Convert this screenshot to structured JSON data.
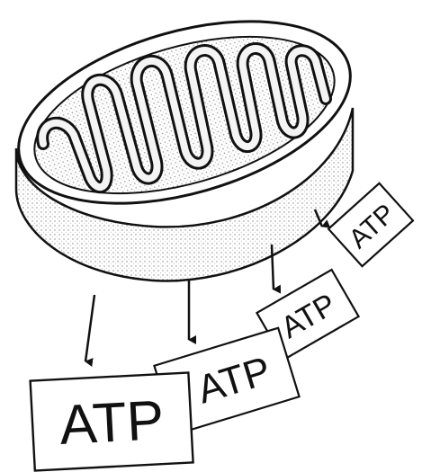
{
  "labels": {
    "atp_1": "ATP",
    "atp_2": "ATP",
    "atp_3": "ATP",
    "atp_4": "ATP"
  },
  "colors": {
    "ink": "#111111",
    "paper": "#ffffff",
    "shading": "#d9d9d9",
    "crista_fill": "#f4f4f4"
  }
}
